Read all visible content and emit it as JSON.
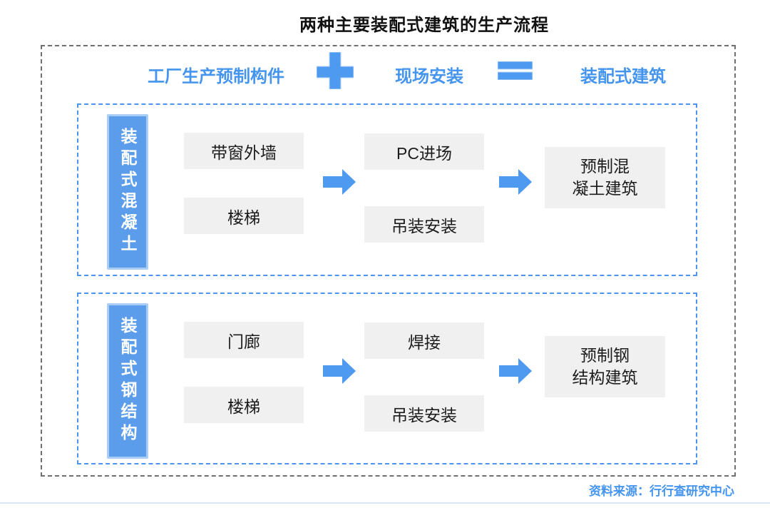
{
  "title": "两种主要装配式建筑的生产流程",
  "header": {
    "factory_label": "工厂生产预制构件",
    "plus_icon": "plus-icon",
    "site_label": "现场安装",
    "equals_icon": "equals-icon",
    "result_label": "装配式建筑"
  },
  "sections": [
    {
      "category": "装配式混凝土",
      "factory_items": [
        "带窗外墙",
        "楼梯"
      ],
      "site_items": [
        "PC进场",
        "吊装安装"
      ],
      "result_line1": "预制混",
      "result_line2": "凝土建筑"
    },
    {
      "category": "装配式钢结构",
      "factory_items": [
        "门廊",
        "楼梯"
      ],
      "site_items": [
        "焊接",
        "吊装安装"
      ],
      "result_line1": "预制钢",
      "result_line2": "结构建筑"
    }
  ],
  "source_note": "资料来源：行行查研究中心",
  "colors": {
    "accent_blue": "#4D9AF0",
    "text_blue": "#4595EE",
    "bar_fill": "#5B9DEB",
    "bar_border": "#A9CDF5",
    "box_gray": "#F0F0F0",
    "frame_gray": "#6F6F6F",
    "frame_blue": "#4D94EE"
  }
}
